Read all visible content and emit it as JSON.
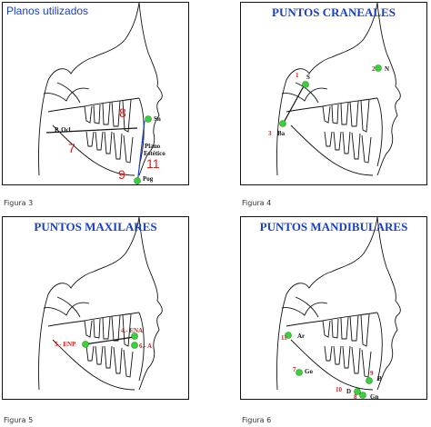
{
  "panels": [
    {
      "title": "Planos utilizados",
      "caption": "Figura 3",
      "labels": {
        "pocl": "P. Ocl.",
        "sn": "Sn",
        "plano": "Plano",
        "estetico": "Estético",
        "pog": "Pog"
      },
      "numbers": {
        "n7": "7",
        "n8": "8",
        "n9": "9",
        "n11": "11"
      }
    },
    {
      "title": "PUNTOS CRANEALES",
      "caption": "Figura 4",
      "labels": {
        "s": "S",
        "n": "N",
        "ba": "Ba"
      },
      "numbers": {
        "n1": "1",
        "n2": "2",
        "n3": "3"
      }
    },
    {
      "title": "PUNTOS MAXILARES",
      "caption": "Figura 5",
      "labels": {
        "ena": "4.- ENA",
        "enp": "5.- ENP",
        "a": "6.- A"
      }
    },
    {
      "title": "PUNTOS MANDIBULARES",
      "caption": "Figura 6",
      "labels": {
        "ar": "Ar",
        "go": "Go",
        "b": "B",
        "d": "D",
        "gn": "Gn"
      },
      "numbers": {
        "n11": "11",
        "n7": "7",
        "n10": "10",
        "n9": "9",
        "n8": "8"
      }
    }
  ],
  "colors": {
    "title_blue": "#1a3fc0",
    "number_red": "#d02020",
    "point_green": "#3ad13a"
  }
}
